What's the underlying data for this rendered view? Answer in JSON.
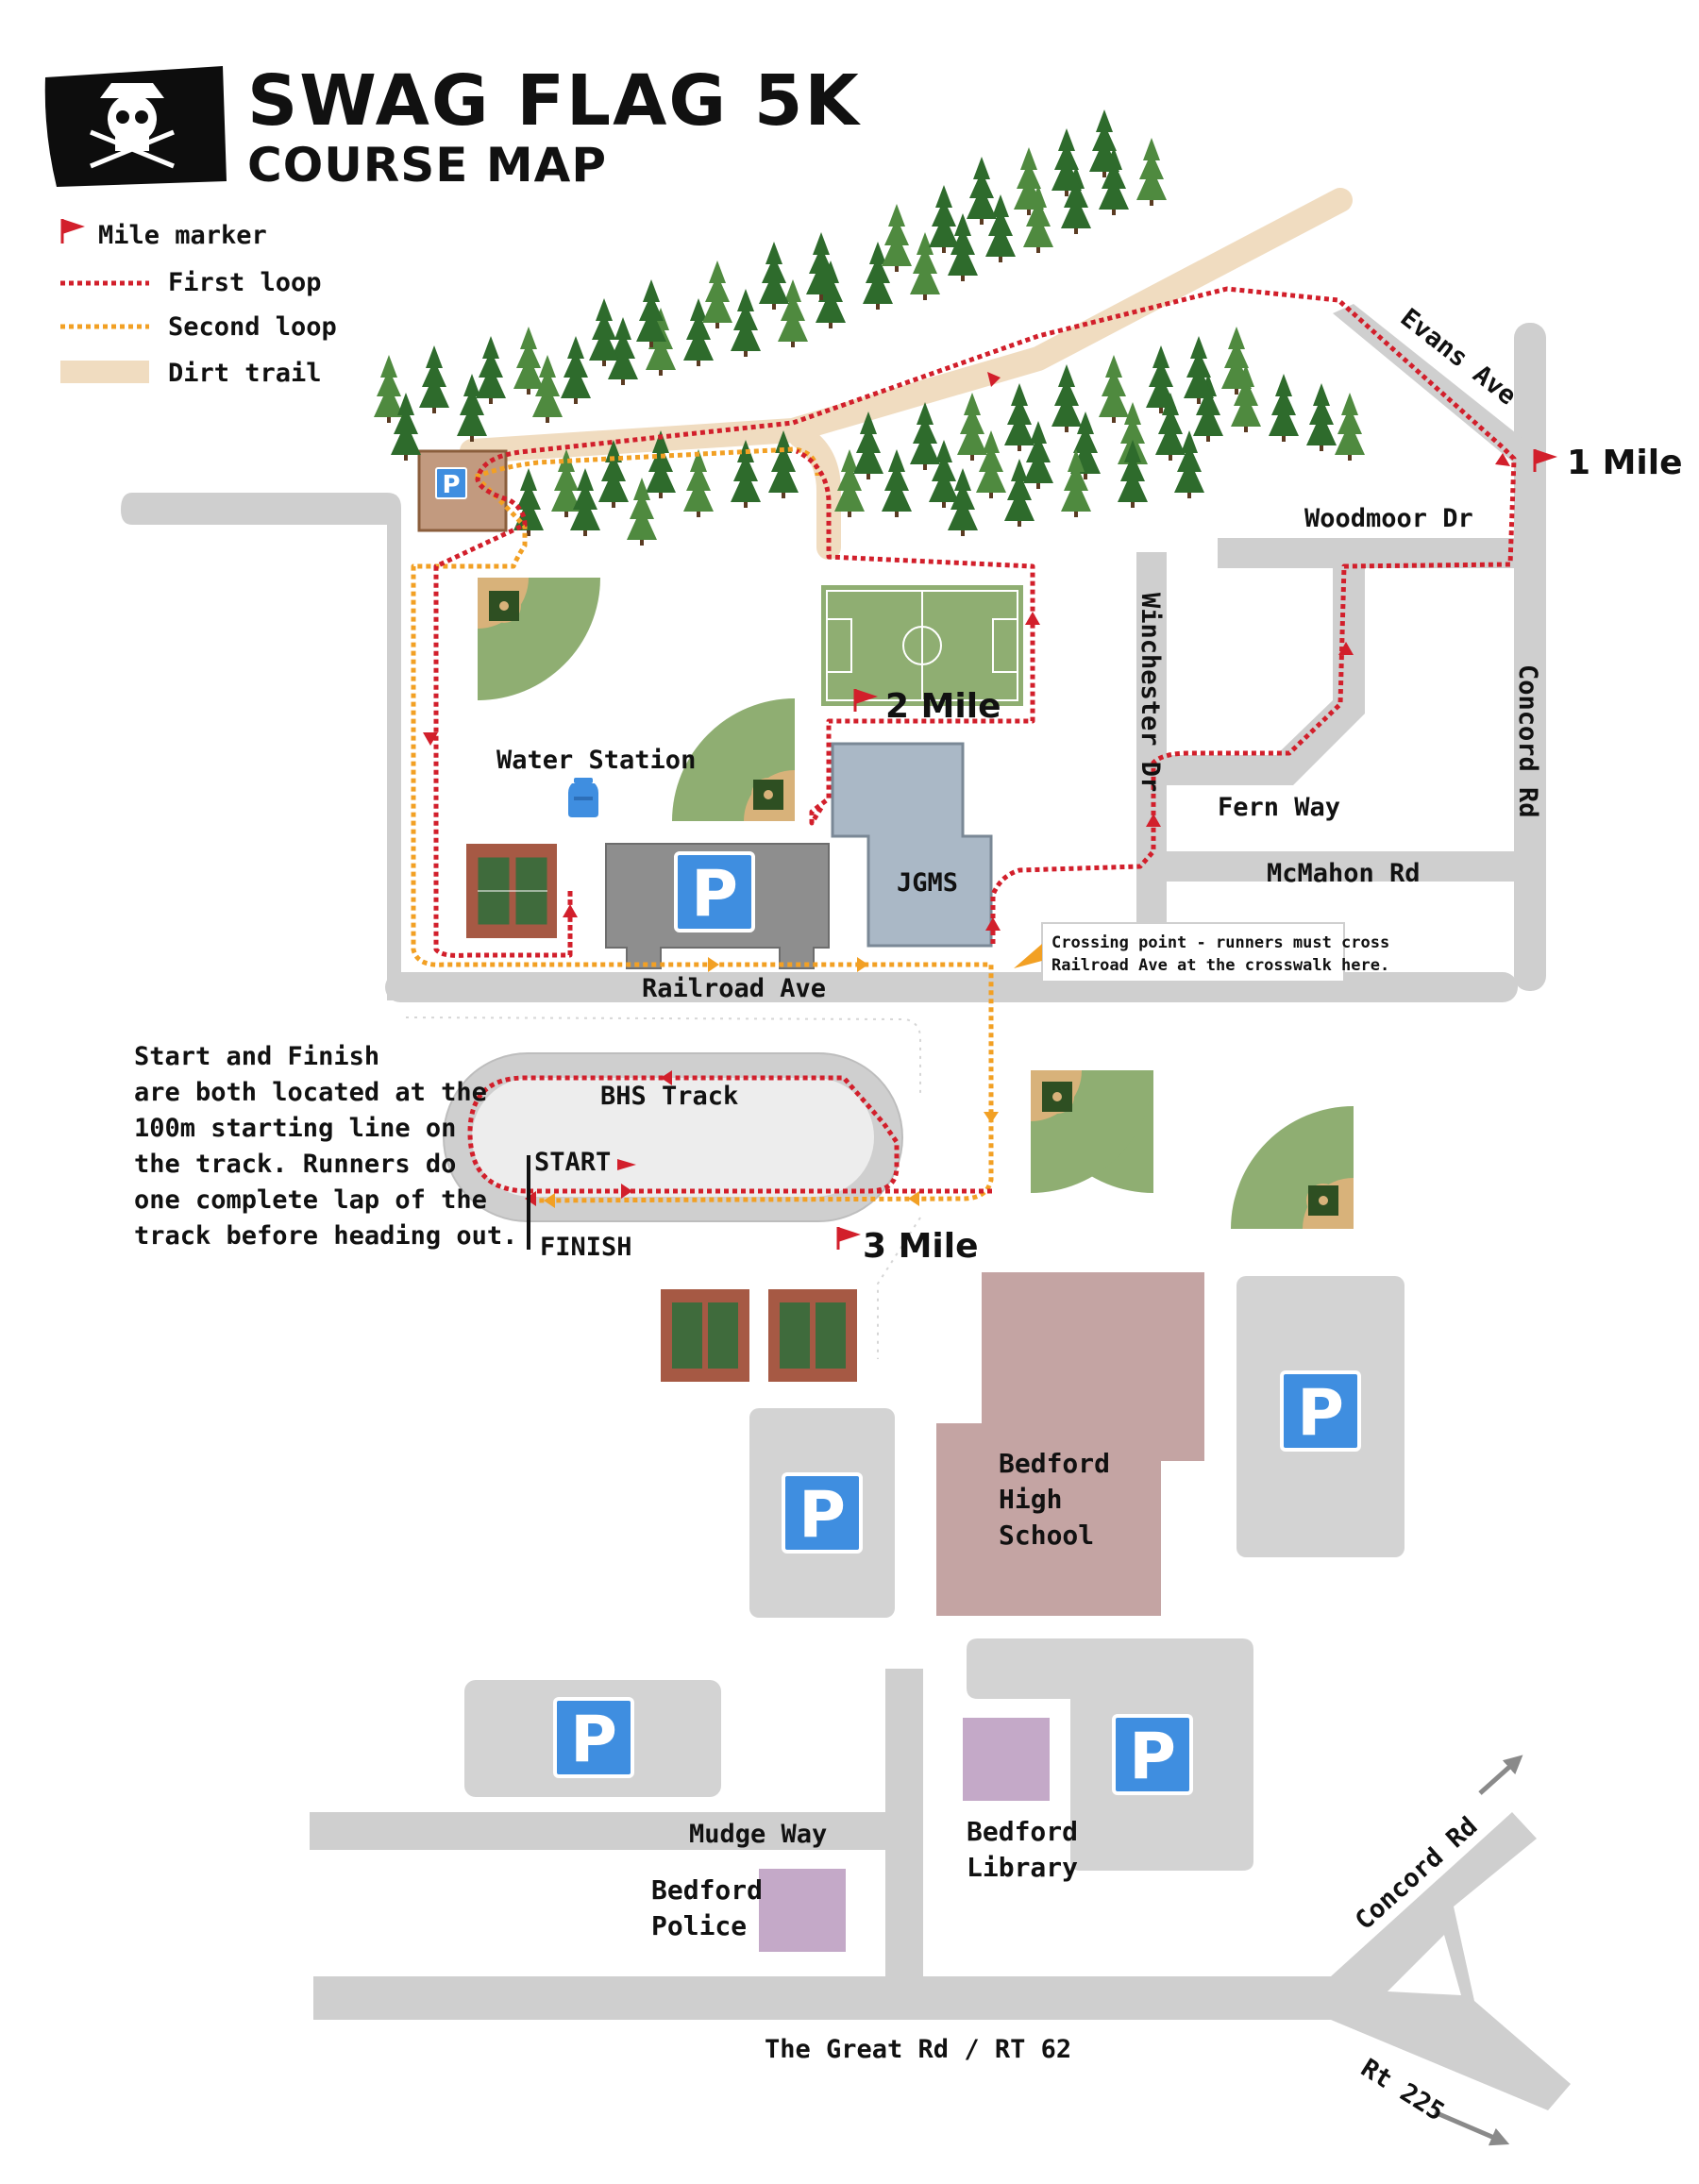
{
  "header": {
    "title": "SWAG FLAG 5K",
    "subtitle": "COURSE MAP"
  },
  "legend": {
    "mile_marker": "Mile marker",
    "first_loop": "First loop",
    "second_loop": "Second loop",
    "dirt_trail": "Dirt trail"
  },
  "colors": {
    "first_loop": "#d21f2b",
    "second_loop": "#f2a024",
    "dirt_trail": "#f0dcc0",
    "parking": "#3f8ee0",
    "field": "#8fae72",
    "tree": "#2e6b2c"
  },
  "streets": {
    "evans_ave": "Evans Ave",
    "woodmoor_dr": "Woodmoor Dr",
    "winchester_dr": "Winchester Dr",
    "concord_rd_north": "Concord Rd",
    "fern_way": "Fern Way",
    "mcmahon_rd": "McMahon Rd",
    "railroad_ave": "Railroad Ave",
    "mudge_way": "Mudge Way",
    "great_rd": "The Great Rd / RT 62",
    "concord_rd_south": "Concord Rd",
    "rt_225": "Rt 225"
  },
  "places": {
    "water_station": "Water Station",
    "jgms": "JGMS",
    "bhs_track": "BHS Track",
    "start": "START",
    "finish": "FINISH",
    "high_school": [
      "Bedford",
      "High",
      "School"
    ],
    "library": [
      "Bedford",
      "Library"
    ],
    "police": [
      "Bedford",
      "Police"
    ]
  },
  "markers": {
    "mile1": "1 Mile",
    "mile2": "2 Mile",
    "mile3": "3 Mile"
  },
  "parking_symbol": "P",
  "note_crossing": [
    "Crossing point - runners must cross",
    "Railroad Ave at the crosswalk here."
  ],
  "note_start": [
    "Start and Finish",
    "are both located at the",
    "100m starting line on",
    "the track. Runners do",
    "one complete lap of the",
    "track before heading out."
  ]
}
